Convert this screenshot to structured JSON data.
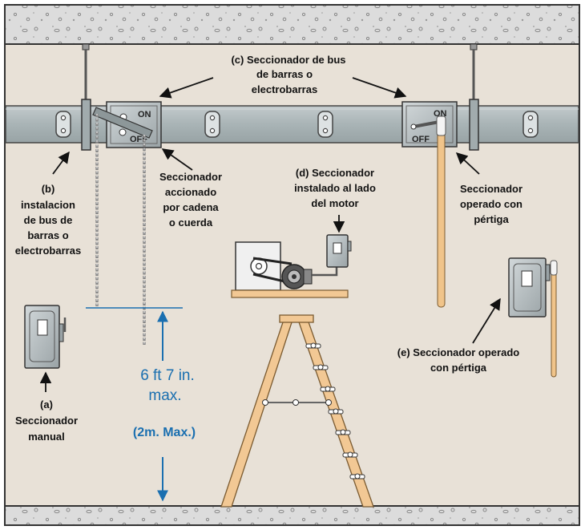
{
  "labels": {
    "a_letter": "(a)",
    "a_text1": "Seccionador",
    "a_text2": "manual",
    "b_letter": "(b)",
    "b_text1": "instalacion",
    "b_text2": "de bus de",
    "b_text3": "barras o",
    "b_text4": "electrobarras",
    "c_text1": "(c) Seccionador de bus",
    "c_text2": "de barras o",
    "c_text3": "electrobarras",
    "d_text1": "(d) Seccionador",
    "d_text2": "instalado al lado",
    "d_text3": "del motor",
    "e_text1": "(e) Seccionador operado",
    "e_text2": "con pértiga",
    "chain_text1": "Seccionador",
    "chain_text2": "accionado",
    "chain_text3": "por cadena",
    "chain_text4": "o cuerda",
    "pole_text1": "Seccionador",
    "pole_text2": "operado con",
    "pole_text3": "pértiga"
  },
  "switch_text": {
    "on": "ON",
    "off": "OFF"
  },
  "measurement": {
    "line1": "6 ft 7 in.",
    "line2": "max.",
    "line3": "(2m. Max.)"
  },
  "colors": {
    "background": "#e8e1d7",
    "busbar": "#a9b4b6",
    "dimension": "#1a6fb0",
    "pole": "#f0c48a",
    "ceiling": "#d9d9d9"
  }
}
